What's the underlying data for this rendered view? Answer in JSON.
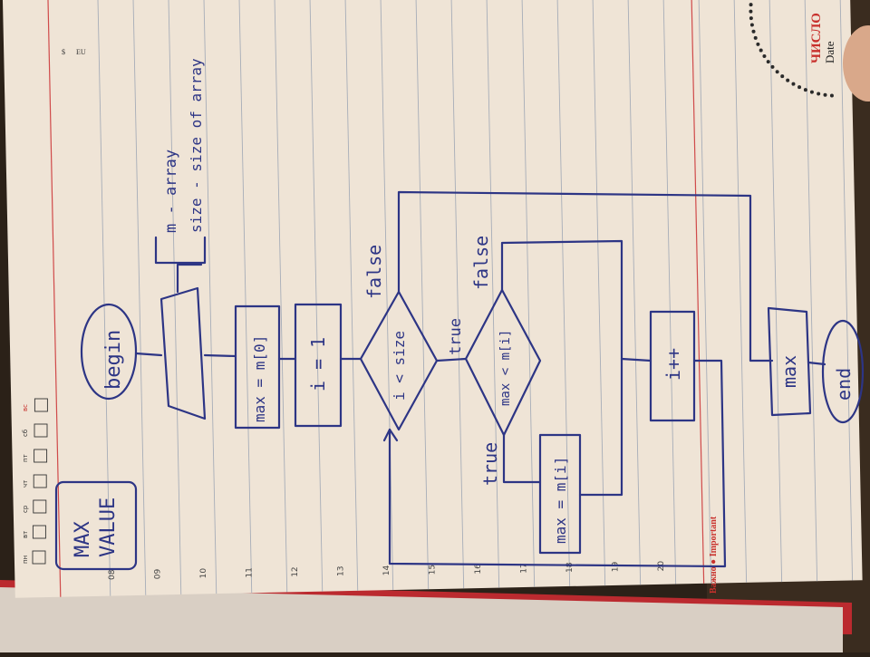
{
  "header": {
    "title": "ЧИСЛО",
    "date": "Date",
    "currency_usd": "$",
    "currency_eu": "EU"
  },
  "weekdays": [
    "пн",
    "вт",
    "ср",
    "чт",
    "пт",
    "сб",
    "вс"
  ],
  "hour_labels": [
    "08",
    "09",
    "10",
    "11",
    "12",
    "13",
    "14",
    "15",
    "16",
    "17",
    "18",
    "19",
    "20"
  ],
  "footer": {
    "important": "Важно ● Important"
  },
  "note": {
    "line1": "MAX",
    "line2": "VALUE"
  },
  "flowchart": {
    "begin": "begin",
    "input_note_1": "m - array",
    "input_note_2": "size - size of array",
    "assign_max": "max = m[0]",
    "assign_i": "i = 1",
    "loop_condition": "i < size",
    "compare_condition": "max < m[i]",
    "assign_new_max": "max = m[i]",
    "increment": "i++",
    "output": "max",
    "end": "end",
    "label_true_loop": "true",
    "label_false_loop": "false",
    "label_true_compare": "true",
    "label_false_compare": "false"
  },
  "colors": {
    "paper": "#efe4d6",
    "ruling": "#a7adb8",
    "margin_red": "#d04a4a",
    "ink": "#2d3585",
    "background": "#2b2118"
  }
}
